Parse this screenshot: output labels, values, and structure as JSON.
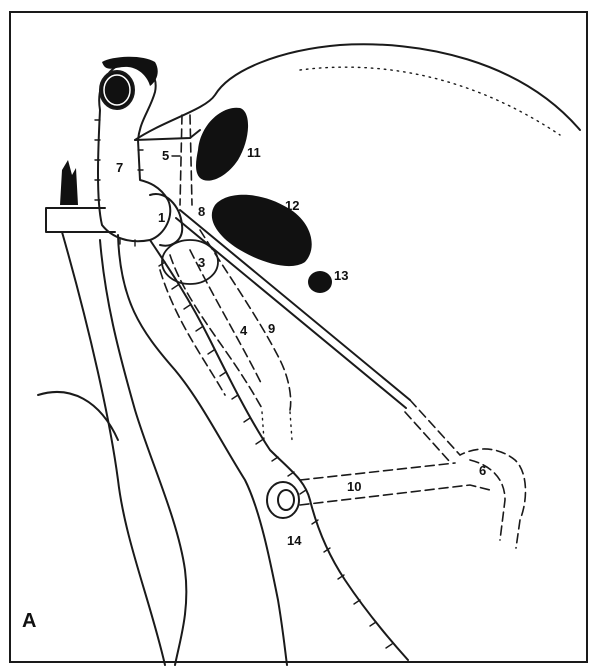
{
  "figure": {
    "panel_letter": "A",
    "labels": {
      "l1": "1",
      "l3": "3",
      "l4": "4",
      "l5": "5",
      "l6": "6",
      "l7": "7",
      "l8": "8",
      "l9": "9",
      "l10": "10",
      "l11": "11",
      "l12": "12",
      "l13": "13",
      "l14": "14"
    }
  }
}
